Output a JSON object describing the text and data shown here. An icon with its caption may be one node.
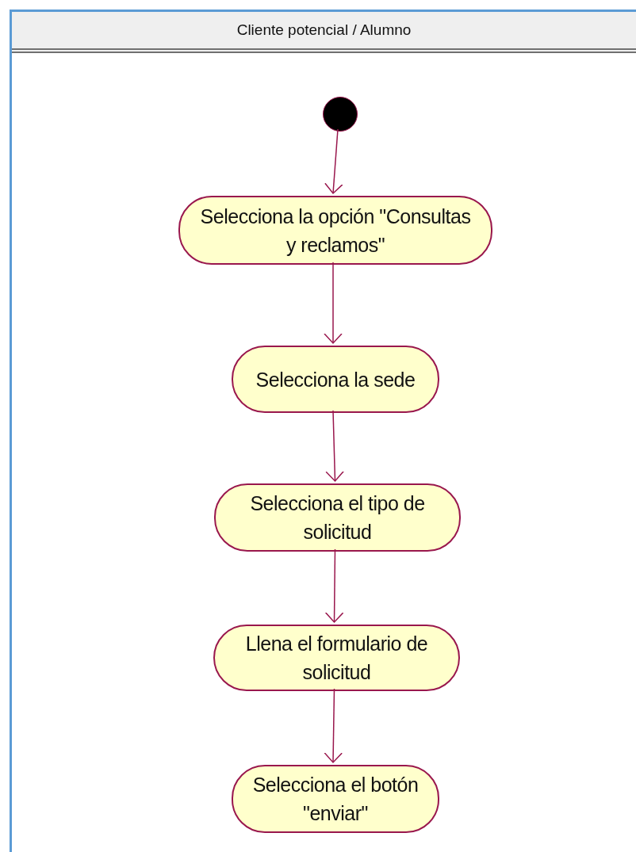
{
  "diagram": {
    "nodes": [
      {
        "text": [
          "Cliente potencial / Alumno"
        ]
      },
      {
        "text": [],
        "shape": "circle",
        "in": 0
      },
      {
        "text": [
          "Selecciona la opción \"Consultas y reclamos\""
        ],
        "in": 0
      },
      {
        "text": [
          "Selecciona la sede"
        ],
        "in": 0
      },
      {
        "text": [
          "Selecciona el tipo de solicitud"
        ],
        "in": 0
      },
      {
        "text": [
          "Llena el formulario de solicitud"
        ],
        "in": 0
      },
      {
        "text": [
          "Selecciona el botón \"enviar\""
        ],
        "in": 0
      }
    ],
    "edges": [
      {
        "from": 1,
        "to": 2,
        "arrow": "to"
      },
      {
        "from": 2,
        "to": 3,
        "arrow": "to"
      },
      {
        "from": 3,
        "to": 4,
        "arrow": "to"
      },
      {
        "from": 4,
        "to": 5,
        "arrow": "to"
      },
      {
        "from": 5,
        "to": 6,
        "arrow": "to"
      }
    ]
  }
}
